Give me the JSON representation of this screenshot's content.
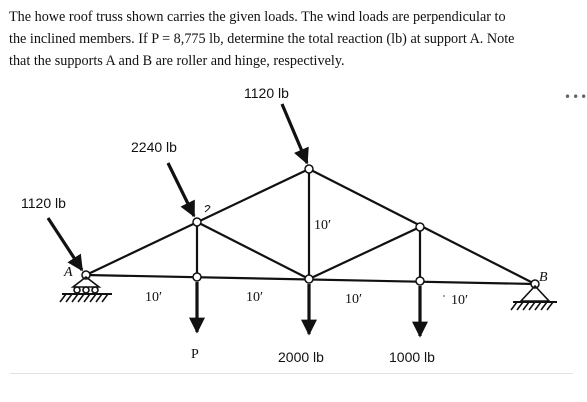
{
  "problem": {
    "line1": "The howe roof truss shown carries the given loads. The wind loads are perpendicular to",
    "line2": "the inclined members. If P = 8,775 lb, determine the total reaction (lb) at support A. Note",
    "line3": "that the supports A and B are roller and hinge, respectively."
  },
  "loads": {
    "peak": "1120 lb",
    "upper_left": "2240 lb",
    "left_support": "1120 lb",
    "p_load": "P",
    "center": "2000 lb",
    "right_panel": "1000 lb"
  },
  "dimensions": {
    "panel1": "10′",
    "panel2": "10′",
    "panel3": "10′",
    "panel4": "10′",
    "vertical": "10′"
  },
  "supports": {
    "left": "A",
    "right": "B"
  },
  "menu_icon": "more-options-icon"
}
